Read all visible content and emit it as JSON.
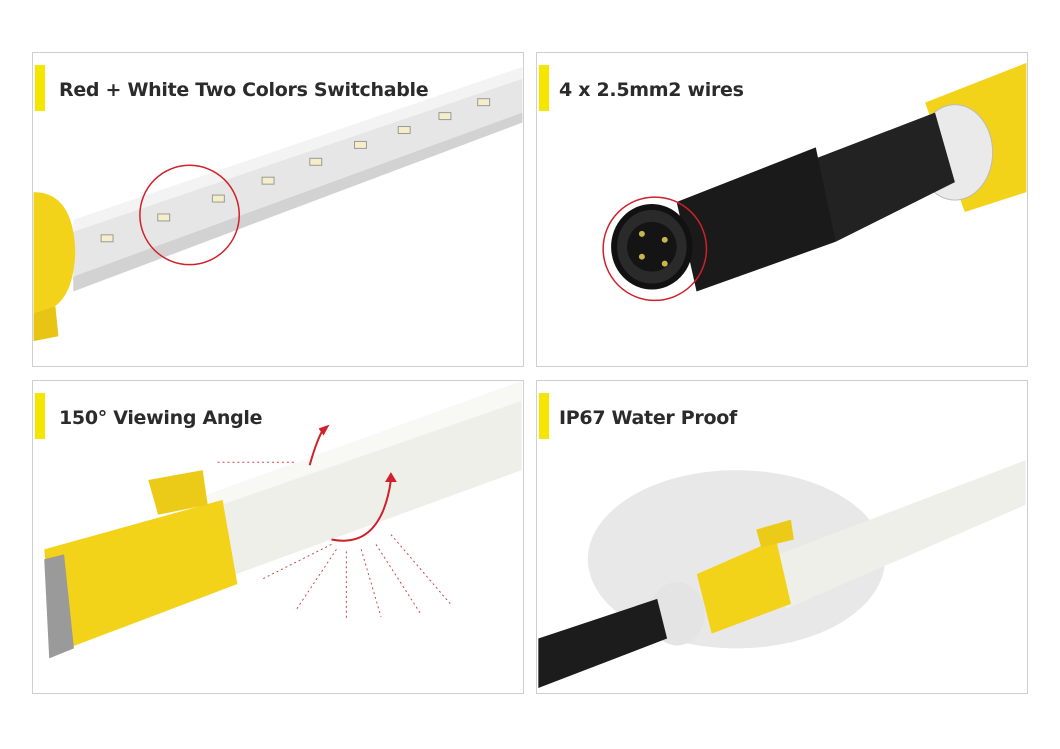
{
  "panels": [
    {
      "title": "Red + White Two Colors Switchable",
      "icon": "led-strip-tube"
    },
    {
      "title": "4 x 2.5mm2 wires",
      "icon": "connector-plug"
    },
    {
      "title": "150° Viewing Angle",
      "icon": "viewing-angle-tube"
    },
    {
      "title": "IP67 Water Proof",
      "icon": "water-splash-tube"
    }
  ],
  "colors": {
    "accent_yellow": "#f5e600",
    "product_yellow": "#f3d21a",
    "highlight_red": "#d0202a",
    "title_text": "#2b2b2b"
  }
}
